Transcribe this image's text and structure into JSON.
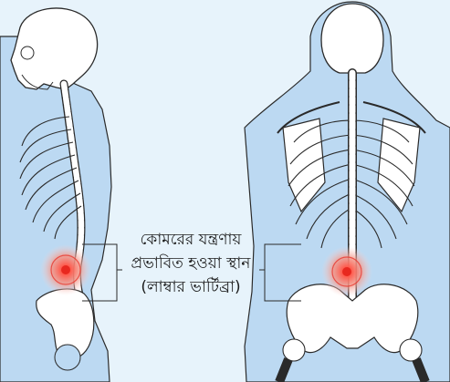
{
  "label": {
    "line1": "কোমরের যন্ত্রণায়",
    "line2": "প্রভাবিত হওয়া স্থান",
    "line3": "(লাম্বার ভার্টিব্রা)"
  },
  "colors": {
    "background": "#e7f3fb",
    "body_fill": "#bcd9f2",
    "bone_fill": "#ffffff",
    "outline": "#2a2a2a",
    "pain_red": "#e8281f"
  }
}
